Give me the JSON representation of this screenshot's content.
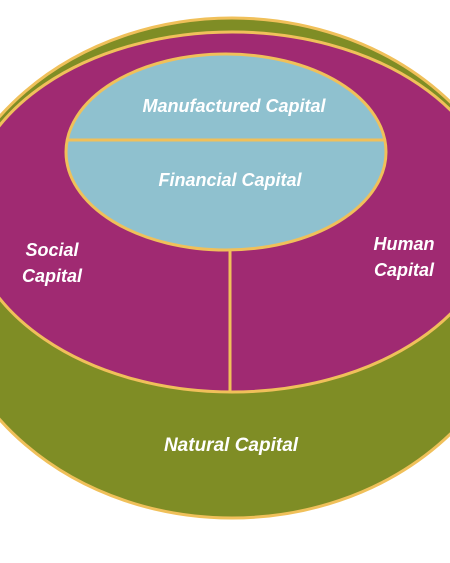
{
  "diagram": {
    "labels": {
      "manufactured": "Manufactured Capital",
      "financial": "Financial Capital",
      "social_line1": "Social",
      "social_line2": "Capital",
      "human_line1": "Human",
      "human_line2": "Capital",
      "natural": "Natural Capital"
    },
    "colors": {
      "natural_fill": "#7f8d25",
      "social_human_fill": "#a02a72",
      "inner_fill": "#8fc1cf",
      "border": "#f0c05a",
      "text": "#ffffff"
    }
  }
}
